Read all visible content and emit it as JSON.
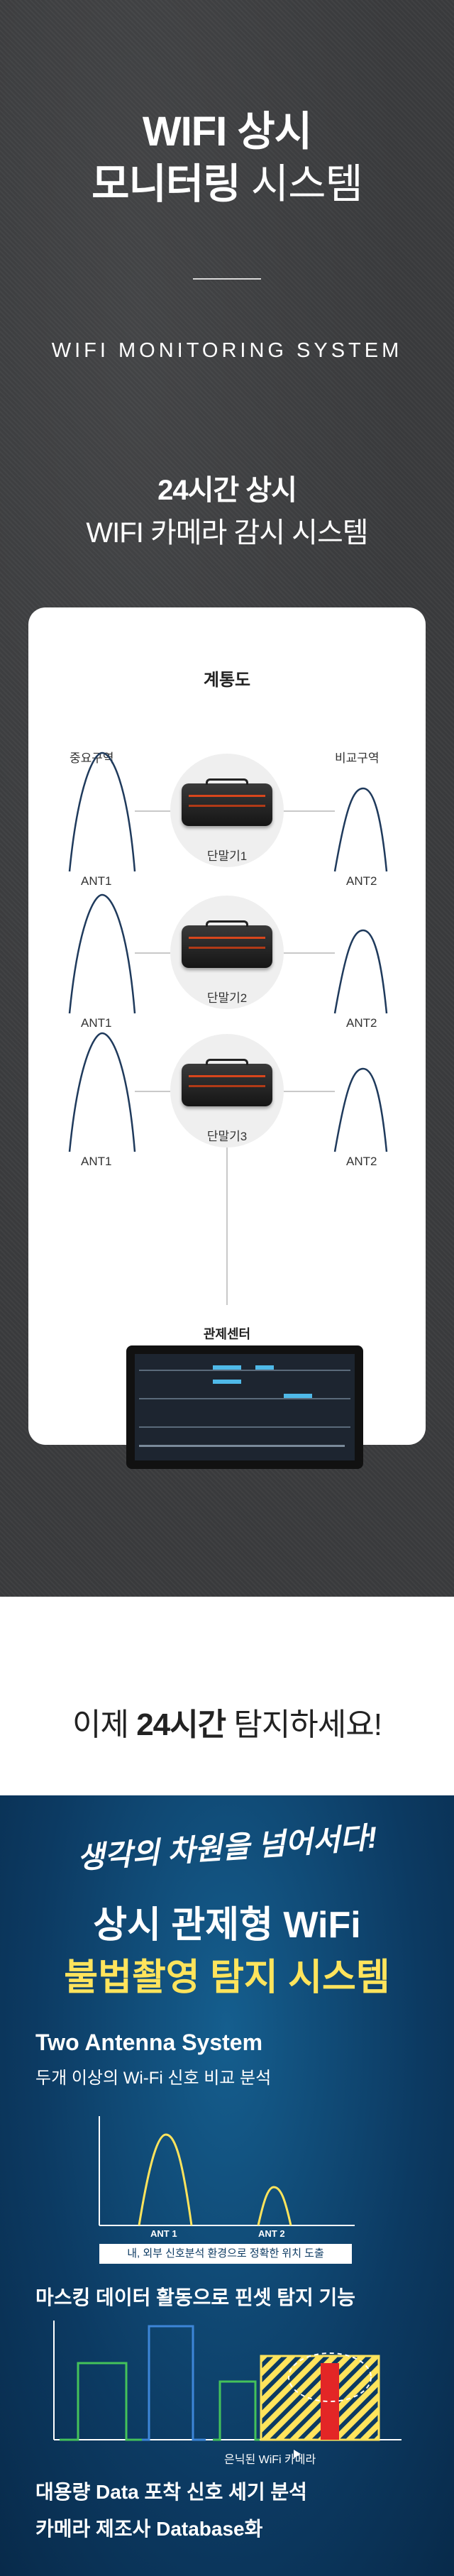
{
  "hero": {
    "title_line1": "WIFI 상시",
    "title_line2_bold": "모니터링",
    "title_line2_rest": " 시스템",
    "subtitle_en": "WIFI MONITORING SYSTEM",
    "tagline_bold": "24시간 상시",
    "tagline": "WIFI 카메라 감시 시스템"
  },
  "diagram": {
    "title": "계통도",
    "zone_left": "중요구역",
    "zone_right": "비교구역",
    "ant_left": "ANT1",
    "ant_right": "ANT2",
    "terminals": [
      "단말기1",
      "단말기2",
      "단말기3"
    ],
    "center": "관제센터"
  },
  "message": {
    "prefix": "이제 ",
    "bold": "24시간",
    "suffix": " 탐지하세요!"
  },
  "poster": {
    "script": "생각의 차원을 넘어서다!",
    "main1": "상시 관제형 WiFi",
    "main2": "불법촬영 탐지 시스템",
    "feature1_title": "Two Antenna System",
    "feature1_sub": "두개 이상의 Wi-Fi 신호 비교 분석",
    "ant1": "ANT 1",
    "ant2": "ANT 2",
    "note": "내, 외부 신호분석 환경으로 정확한 위치 도출",
    "feature2_title": "마스킹 데이터 활동으로 핀셋 탐지 기능",
    "hidden_cam": "은닉된 WiFi 카메라",
    "feature3_title": "대용량 Data 포착 신호 세기 분석",
    "feature4_title": "카메라 제조사 Database화"
  },
  "colors": {
    "hero_bg": "#3b3c3e",
    "poster_bg": "#0c3a62",
    "highlight_yellow": "#ffe45c",
    "signal_green": "#44c25a",
    "signal_blue": "#3d86d8",
    "signal_red": "#e32626"
  }
}
